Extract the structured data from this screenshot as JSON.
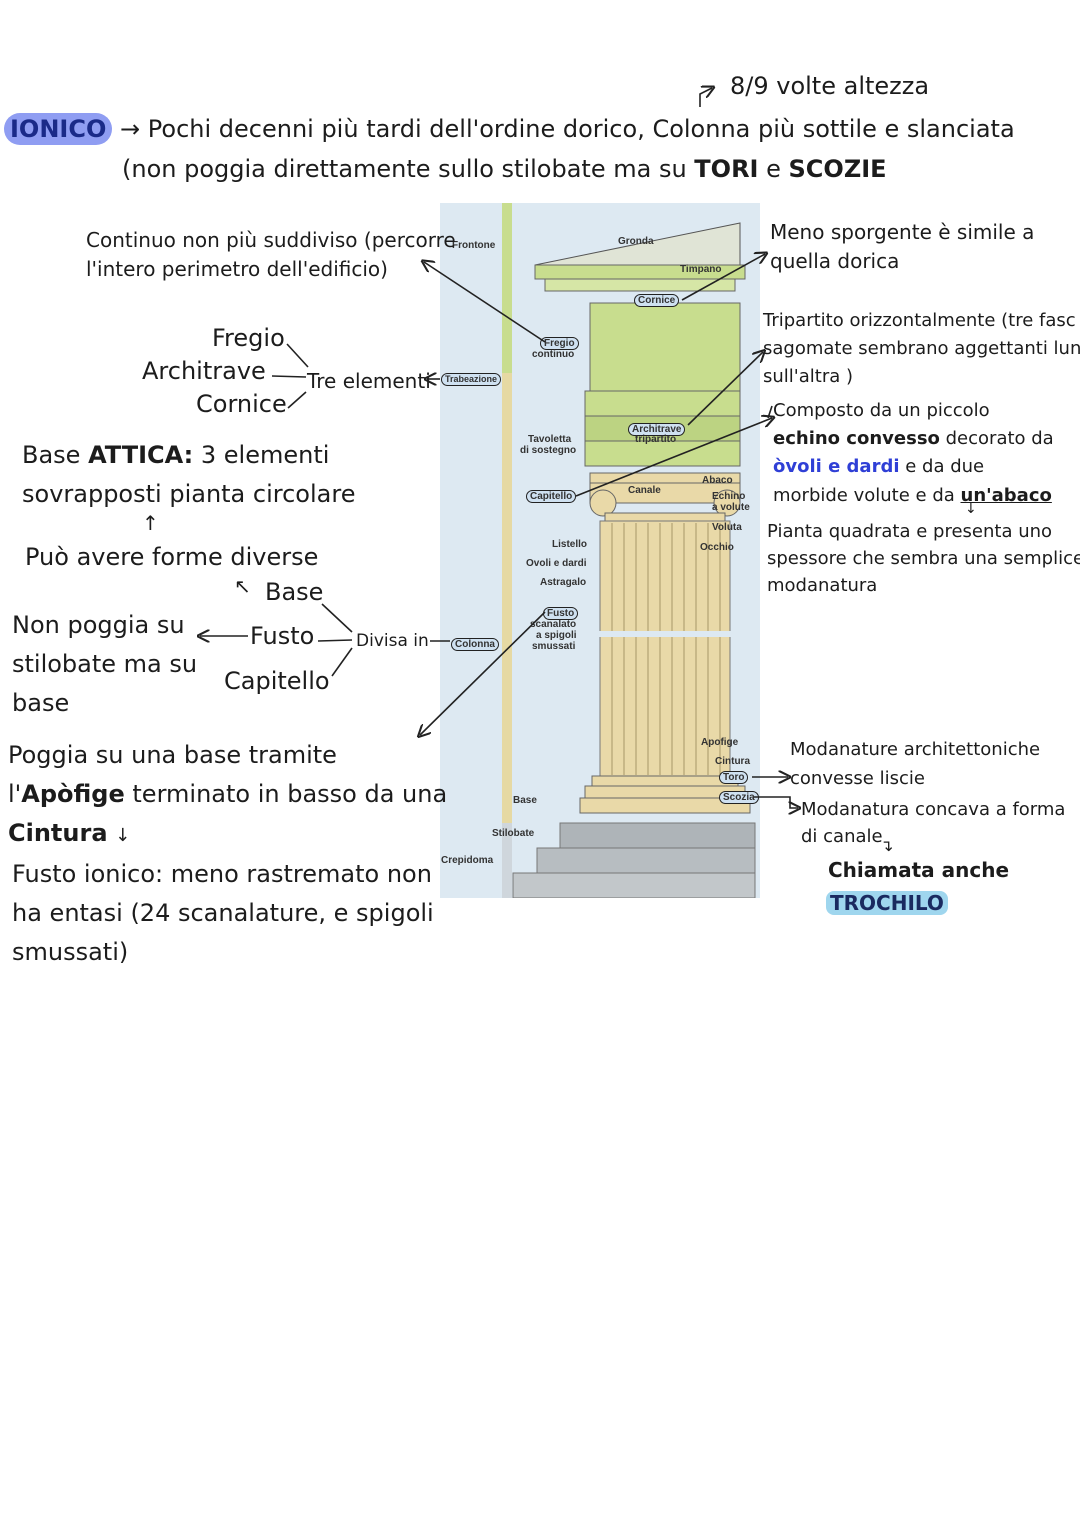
{
  "header": {
    "ionico_tag": "IONICO",
    "height_note": "8/9 volte altezza",
    "line1": "Pochi decenni più tardi dell'ordine dorico, Colonna più sottile e slanciata",
    "line2_pre": "(non poggia direttamente sullo stilobate ma su ",
    "line2_tori": "TORI",
    "line2_e": " e ",
    "line2_scozie": "SCOZIE"
  },
  "left": {
    "fregio_note_1": "Continuo non più suddiviso (percorre",
    "fregio_note_2": "l'intero perimetro dell'edificio)",
    "fregio": "Fregio",
    "architrave": "Architrave",
    "cornice": "Cornice",
    "tre_elementi": "Tre elementi",
    "base_attica_pre": "Base ",
    "base_attica_bold": "ATTICA:",
    "base_attica_post": " 3 elementi",
    "base_attica_2": "sovrapposti pianta circolare",
    "forme_diverse": "Può avere forme diverse",
    "base": "Base",
    "fusto": "Fusto",
    "capitello": "Capitello",
    "divisa_in": "Divisa in",
    "non_poggia_1": "Non poggia su",
    "non_poggia_2": "stilobate ma su",
    "non_poggia_3": "base",
    "poggia_1": "Poggia su una base tramite",
    "poggia_2_pre": "l'",
    "poggia_2_bold": "Apòfige",
    "poggia_2_post": " terminato in basso da una",
    "poggia_3": "Cintura",
    "fusto_1": "Fusto ionico: meno rastremato non",
    "fusto_2": "ha entasi (24 scanalature, e spigoli",
    "fusto_3": "smussati)"
  },
  "right": {
    "cornice_1": "Meno sporgente è simile a",
    "cornice_2": "quella dorica",
    "arch_1": "Tripartito orizzontalmente (tre fasc",
    "arch_2": "sagomate sembrano aggettanti luna",
    "arch_3": "sull'altra )",
    "cap_1": "Composto da un piccolo",
    "cap_2_bold": "echino convesso",
    "cap_2_post": " decorato da",
    "cap_3_blue": "òvoli e dardi",
    "cap_3_post": " e da due",
    "cap_4_pre": "morbide volute e da ",
    "cap_4_under": "un'abaco",
    "abaco_1": "Pianta quadrata e presenta uno",
    "abaco_2": "spessore che sembra una semplice",
    "abaco_3": "modanatura",
    "toro_1": "Modanature architettoniche",
    "toro_2": "convesse liscie",
    "scozia_1": "Modanatura concava a forma",
    "scozia_2": "di canale",
    "chiamata": "Chiamata anche",
    "trochilo": "TROCHILO"
  },
  "diagram": {
    "frontone": "Frontone",
    "trabeazione": "Trabeazione",
    "colonna": "Colonna",
    "crepidoma": "Crepidoma",
    "stilobate": "Stilobate",
    "base": "Base",
    "gronda": "Gronda",
    "timpano": "Timpano",
    "cornice": "Cornice",
    "fregio": "Fregio",
    "continuo": "continuo",
    "architrave": "Architrave",
    "tripartito": "tripartito",
    "tavoletta_1": "Tavoletta",
    "tavoletta_2": "di sostegno",
    "capitello": "Capitello",
    "canale": "Canale",
    "abaco": "Abaco",
    "echino_1": "Echino",
    "echino_2": "a volute",
    "voluta": "Voluta",
    "occhio": "Occhio",
    "listello": "Listello",
    "ovoli": "Ovoli e dardi",
    "astragalo": "Astragalo",
    "fusto": "Fusto",
    "scanalato": "scanalato",
    "a_spigoli": "a spigoli",
    "smussati": "smussati",
    "apofige": "Apofige",
    "cintura": "Cintura",
    "toro": "Toro",
    "scozia": "Scozia"
  },
  "colors": {
    "ionico_bg": "#8f9df2",
    "trochilo_bg": "#9fd6ee",
    "accent_blue": "#2f3fd6",
    "column": "#e9d9a8",
    "trabeation": "#c8dd8e"
  }
}
